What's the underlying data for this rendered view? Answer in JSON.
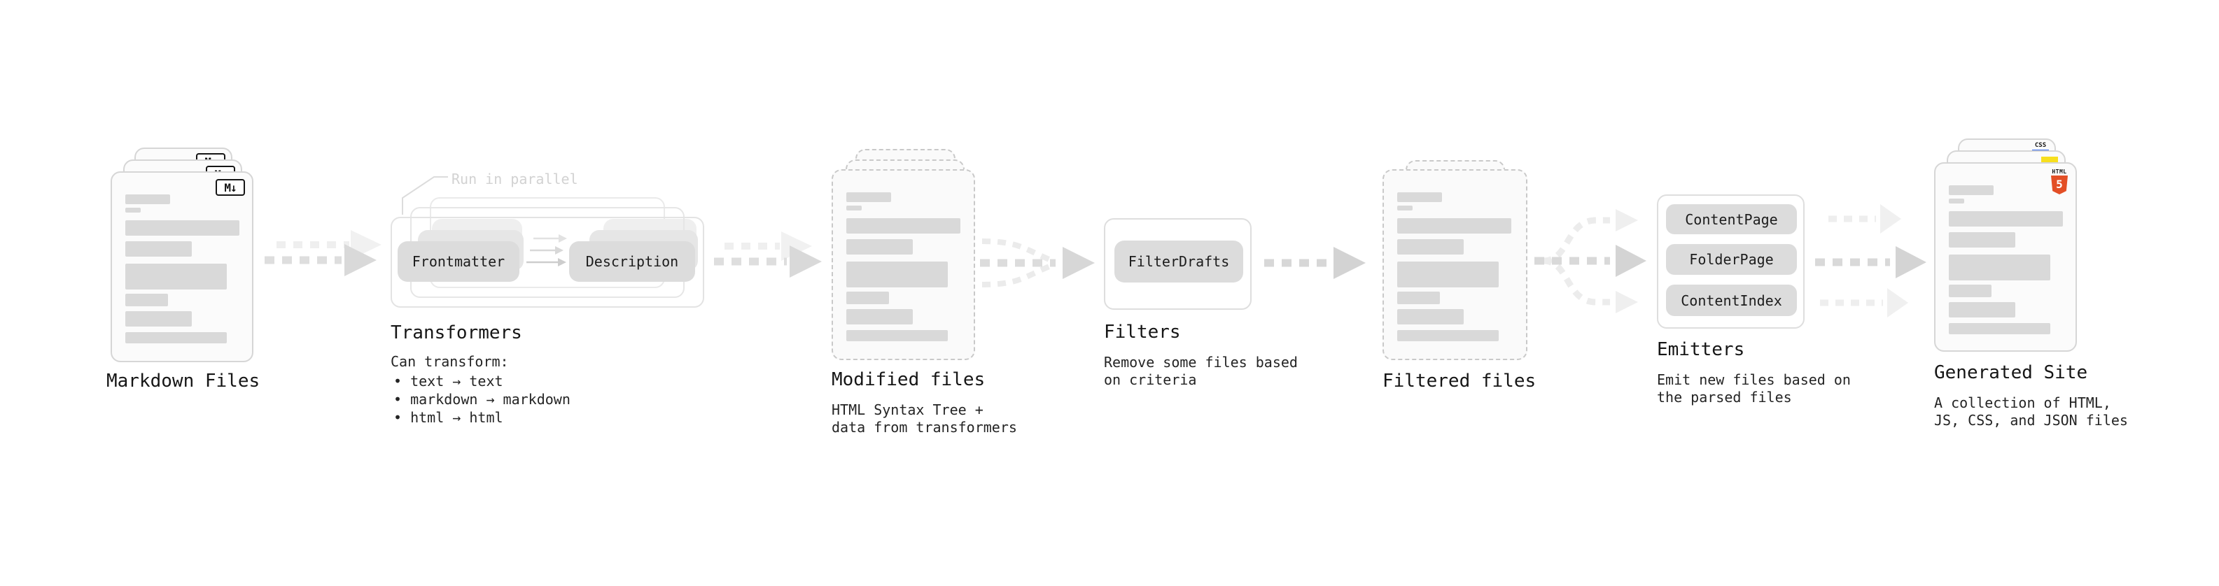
{
  "stages": {
    "markdown_files": {
      "label": "Markdown Files",
      "badge": "M↓"
    },
    "transformers": {
      "label": "Transformers",
      "annotation": "Run in parallel",
      "pills": [
        "Frontmatter",
        "Description"
      ],
      "caption_title": "Can transform:",
      "bullets": [
        "• text → text",
        "• markdown → markdown",
        "• html → html"
      ]
    },
    "modified_files": {
      "label": "Modified files",
      "caption": "HTML Syntax Tree +\ndata from transformers"
    },
    "filters": {
      "label": "Filters",
      "pills": [
        "FilterDrafts"
      ],
      "caption": "Remove some files based\non criteria"
    },
    "filtered_files": {
      "label": "Filtered files"
    },
    "emitters": {
      "label": "Emitters",
      "pills": [
        "ContentPage",
        "FolderPage",
        "ContentIndex"
      ],
      "caption": "Emit new files based on\nthe parsed files"
    },
    "generated_site": {
      "label": "Generated Site",
      "caption": "A collection of HTML,\nJS, CSS, and JSON files",
      "badges": {
        "css_label": "CSS",
        "html_label": "HTML",
        "html5_numeral": "5"
      }
    }
  },
  "colors": {
    "html5_orange": "#e34f26",
    "js_yellow": "#f7df1e",
    "css_blue": "#2c65f1",
    "badge_ink": "#151515",
    "pill_gray": "#dcdcdc",
    "arrow_gray": "#d9d9d9"
  }
}
